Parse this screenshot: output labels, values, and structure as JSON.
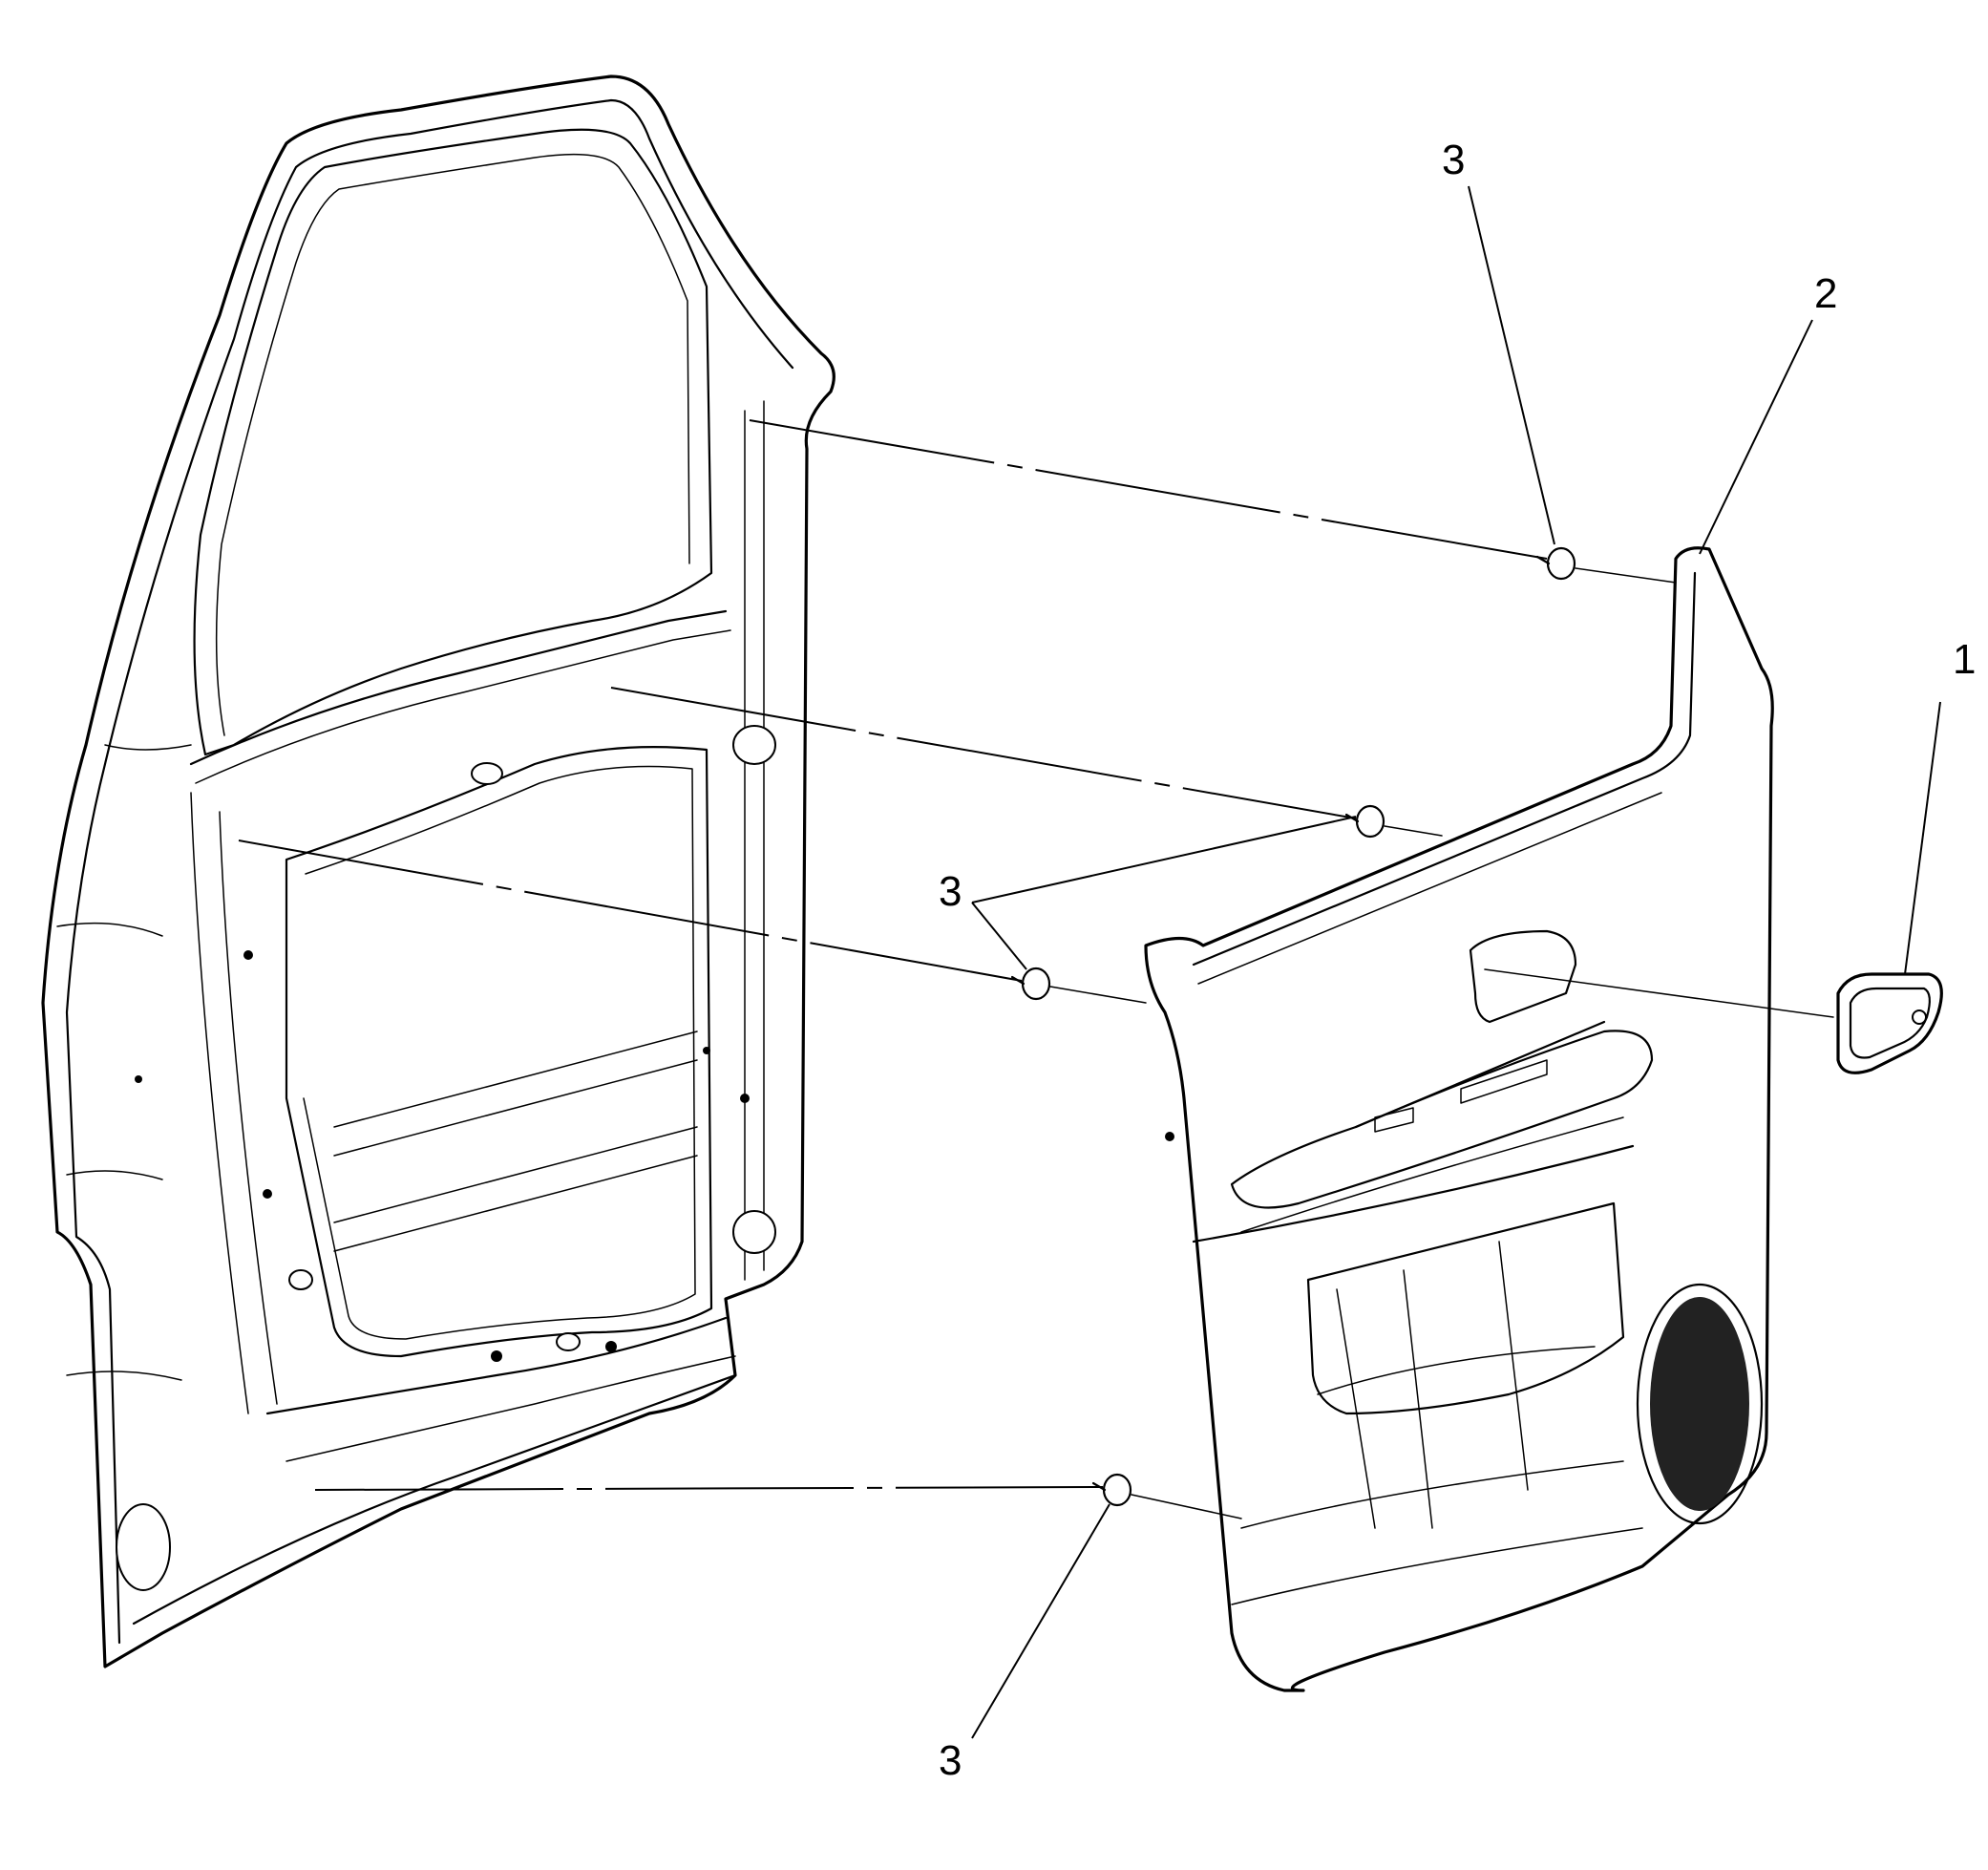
{
  "callouts": [
    {
      "id": "trim-cover",
      "label": "1"
    },
    {
      "id": "door-trim-panel",
      "label": "2"
    },
    {
      "id": "retainer-top",
      "label": "3"
    },
    {
      "id": "retainer-middle",
      "label": "3"
    },
    {
      "id": "retainer-bottom",
      "label": "3"
    }
  ]
}
